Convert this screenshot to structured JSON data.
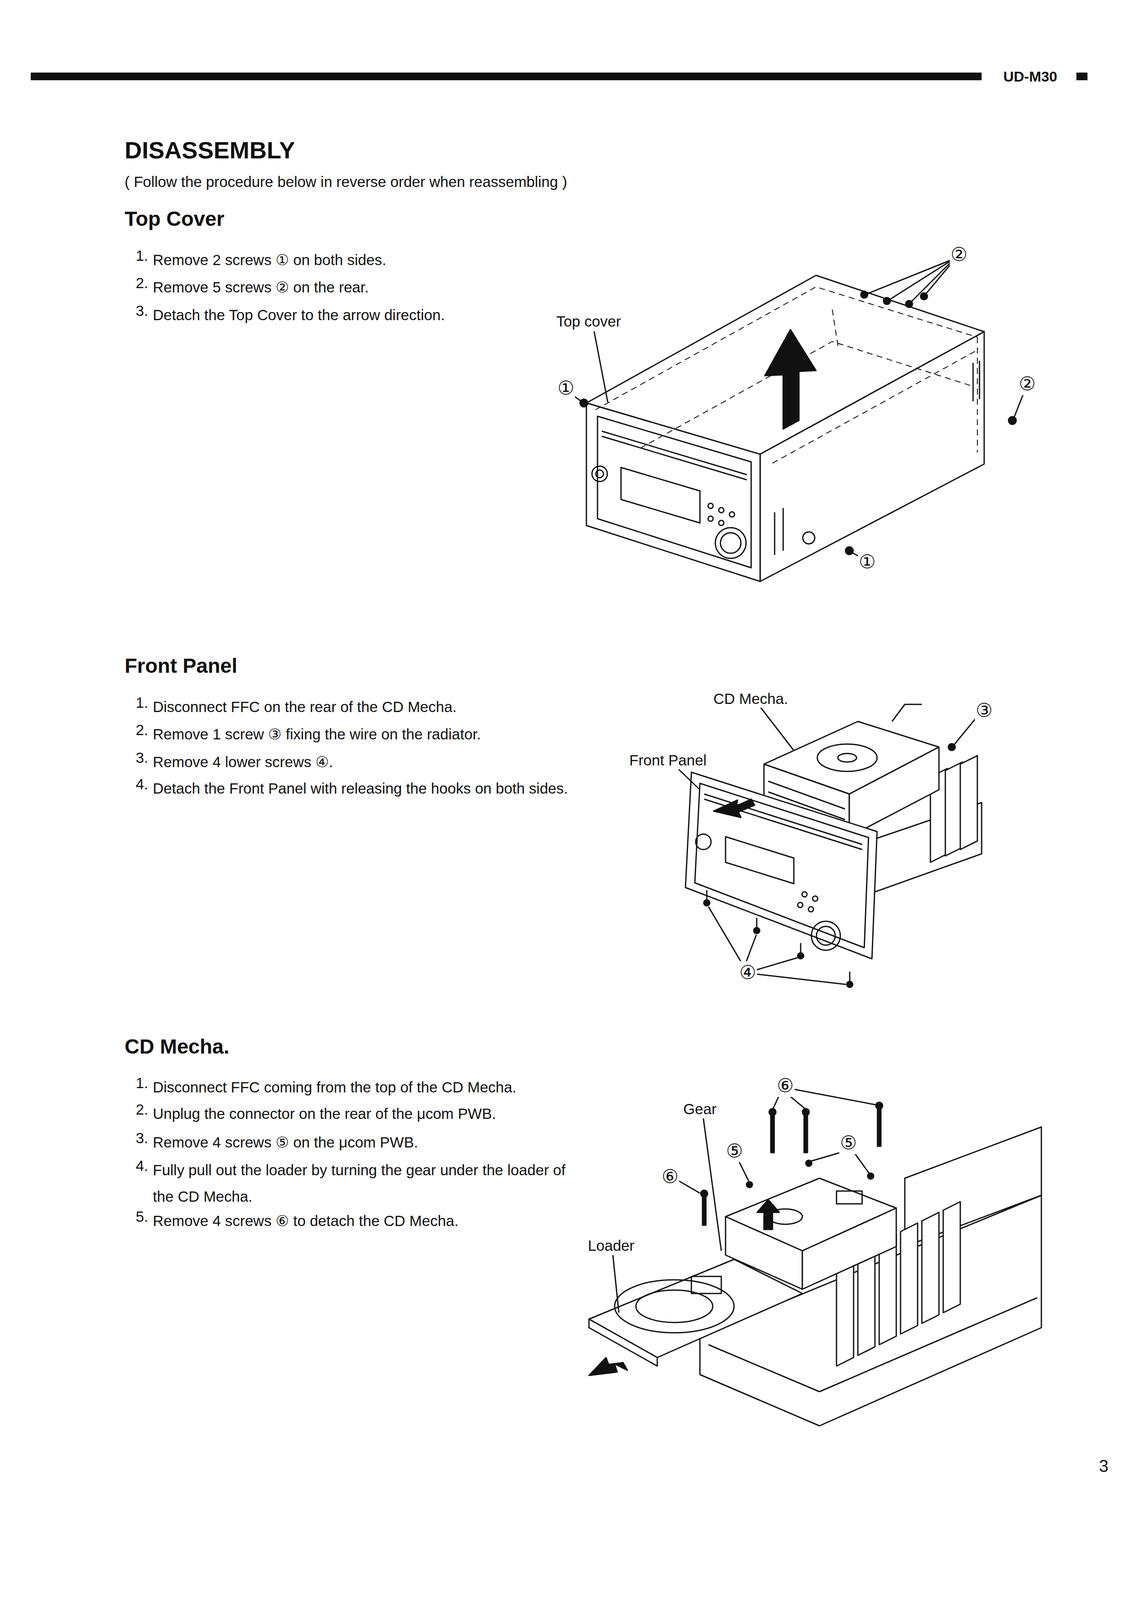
{
  "diagram": {
    "title": "DISASSEMBLY",
    "labels": [
      "UD-M30",
      "( Follow the procedure below in reverse order when reassembling )",
      "Top Cover",
      "1.",
      "Remove 2 screws ① on both sides.",
      "2.",
      "Remove 5 screws ② on the rear.",
      "3.",
      "Detach the Top Cover to the arrow direction.",
      "Front Panel",
      "1.",
      "Disconnect FFC on the rear of the CD Mecha.",
      "2.",
      "Remove 1 screw ③ fixing the wire on the radiator.",
      "3.",
      "Remove 4 lower screws ④.",
      "4.",
      "Detach the Front Panel with releasing the hooks on both sides.",
      "CD Mecha.",
      "1.",
      "Disconnect FFC coming from the top of the CD Mecha.",
      "2.",
      "Unplug the connector on the rear of the μcom PWB.",
      "3.",
      "Remove 4 screws ⑤ on the μcom PWB.",
      "4.",
      "Fully pull out the loader by turning the gear under the loader of the CD Mecha.",
      "5.",
      "Remove 4 screws ⑥ to detach the CD Mecha.",
      "②",
      "Top cover",
      "①",
      "②",
      "①",
      "CD Mecha.",
      "③",
      "Front Panel",
      "④",
      "⑥",
      "Gear",
      "⑤",
      "⑤",
      "⑥",
      "Loader",
      "3"
    ]
  }
}
